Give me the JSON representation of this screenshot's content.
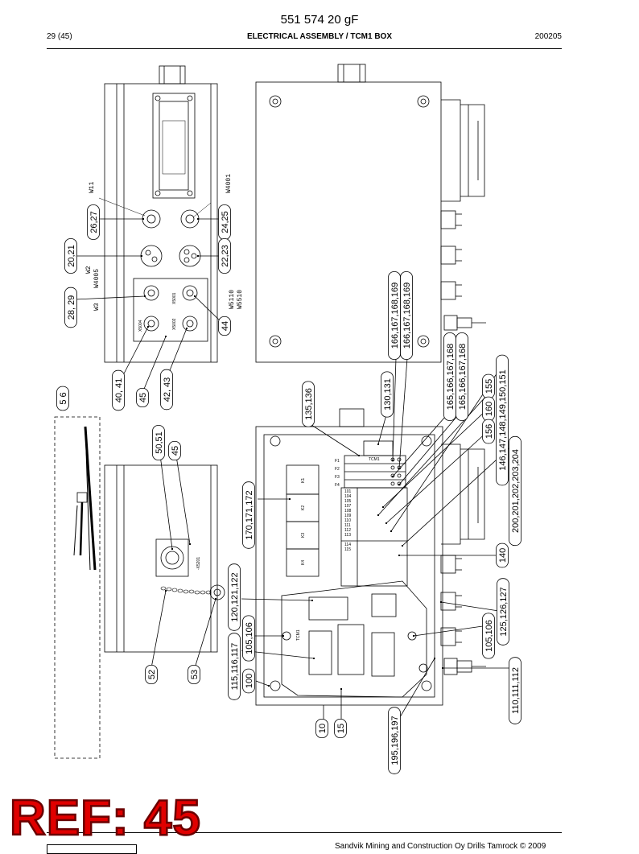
{
  "header": {
    "doc_number": "551 574 20 gF",
    "page": "29 (45)",
    "title": "ELECTRICAL ASSEMBLY / TCM1 BOX",
    "date": "200205"
  },
  "footer": {
    "copyright": "Sandvik Mining and Construction Oy Drills Tamrock © 2009"
  },
  "stamp": {
    "text": "REF: 45",
    "color": "#e00000"
  },
  "callouts": {
    "c26_27": "26,27",
    "c24_25": "24,25",
    "c20_21": "20,21",
    "c22_23": "22,23",
    "c28_29": "28, 29",
    "c44": "44",
    "c40_41": "40, 41",
    "c45a": "45",
    "c42_43": "42, 43",
    "c5_6": "5 6",
    "c50_51": "50,51",
    "c45b": "45",
    "c52": "52",
    "c53": "53",
    "c135_136": "135,136",
    "c130_131": "130,131",
    "c166a": "166,167,168,169",
    "c166b": "166,167,168,169",
    "c165a": "165,166,167,168",
    "c165b": "165,166,167,168",
    "c155": "155",
    "c160": "160",
    "c156": "156",
    "c146": "146,147,148,149,150,151",
    "c200": "200,201,202,203,204",
    "c140": "140",
    "c125": "125,126,127",
    "c105b": "105,106",
    "c110": "110,111,112",
    "c170": "170,171,172",
    "c120": "120,121,122",
    "c105a": "105,106",
    "c115": "115,116,117",
    "c100": "100",
    "c10": "10",
    "c15": "15",
    "c195": "195,196,197"
  },
  "labels": {
    "w11": "W11",
    "w4001": "W4001",
    "w2": "W2",
    "w4005": "W4005",
    "w3": "W3",
    "w5110": "W5110",
    "w5510": "W5510",
    "x5004": "X5004",
    "x5002": "X5002",
    "x5001": "X5001",
    "x5201": "-X5201",
    "tcm1_top": "TCM1",
    "tcm1_board": "TCM1"
  },
  "fuse_rows": [
    "F1",
    "F2",
    "F3",
    "F4"
  ],
  "relay_labels": [
    "K1",
    "K2",
    "K3",
    "K4"
  ],
  "terminal_rows": [
    "101",
    "104",
    "105",
    "107",
    "108",
    "109",
    "110",
    "111",
    "112",
    "113",
    "114",
    "115"
  ],
  "colors": {
    "line": "#000000",
    "stamp_red": "#e00000",
    "stamp_outline": "#6a0000"
  }
}
